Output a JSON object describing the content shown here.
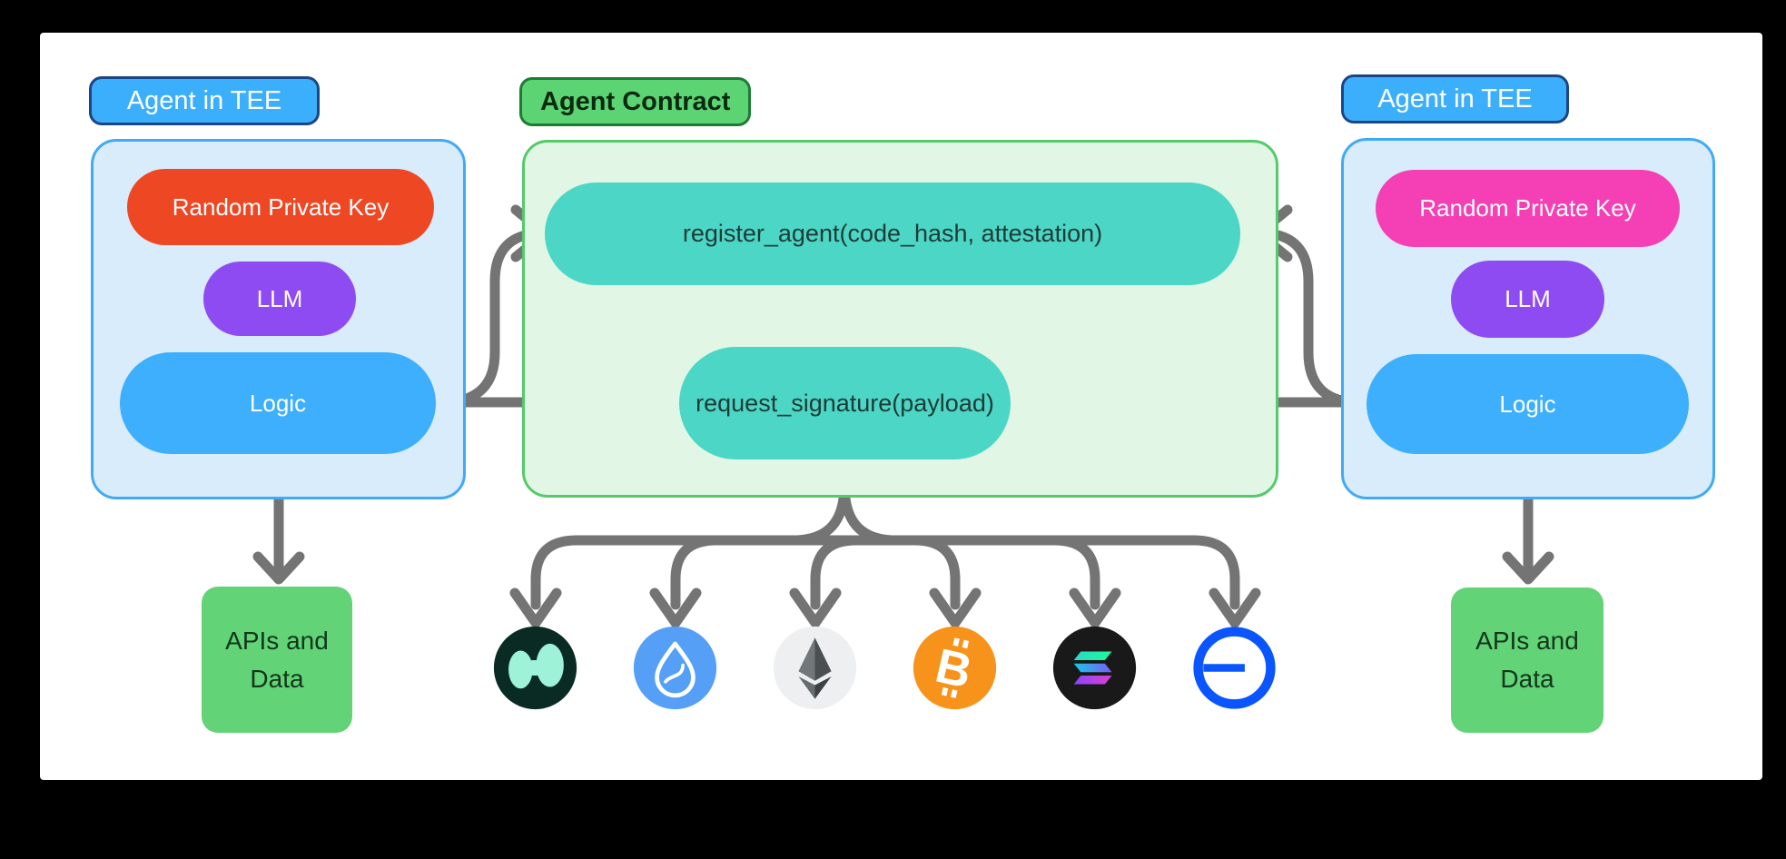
{
  "left_agent": {
    "badge": "Agent in TEE",
    "private_key": "Random Private Key",
    "llm": "LLM",
    "logic": "Logic",
    "external": "APIs and Data"
  },
  "contract": {
    "badge": "Agent Contract",
    "register_fn": "register_agent(code_hash, attestation)",
    "request_fn": "request_signature(payload)"
  },
  "right_agent": {
    "badge": "Agent in TEE",
    "private_key": "Random Private Key",
    "llm": "LLM",
    "logic": "Logic",
    "external": "APIs and Data"
  },
  "chains": [
    "hyperliquid",
    "sui",
    "ethereum",
    "bitcoin",
    "solana",
    "base"
  ],
  "colors": {
    "background": "#000000",
    "panel": "#ffffff",
    "tee_badge": "#3caffc",
    "tee_badge_border": "#1c4586",
    "tee_fill": "#d9ecfc",
    "tee_border": "#41aaf7",
    "contract_badge": "#5cd473",
    "contract_badge_border": "#1e7b34",
    "contract_fill": "#e1f6e5",
    "contract_border": "#55ca6b",
    "function_pill": "#4bd6c5",
    "private_key_left": "#ee4723",
    "private_key_right": "#f43fb5",
    "llm_pill": "#8f4bf2",
    "logic_pill": "#3daffc",
    "apis_box": "#62d376",
    "arrow": "#747474"
  }
}
